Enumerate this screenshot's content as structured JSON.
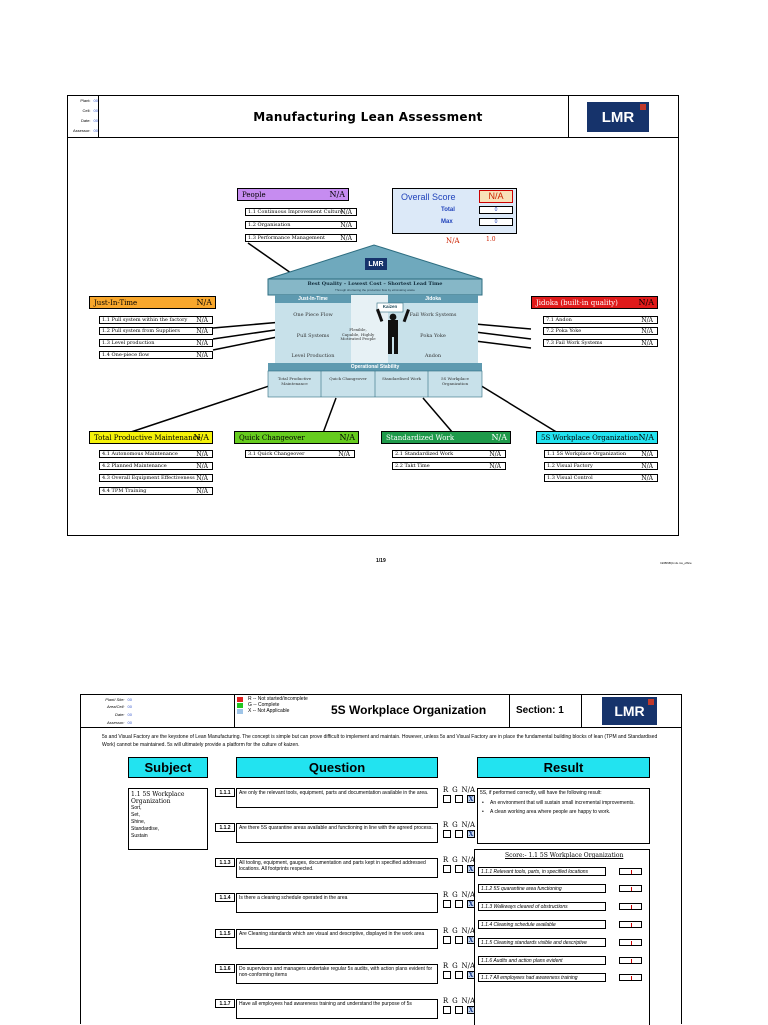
{
  "page1": {
    "meta": [
      {
        "label": "Plant:",
        "value": "00"
      },
      {
        "label": "Cell:",
        "value": "00"
      },
      {
        "label": "Date:",
        "value": "00"
      },
      {
        "label": "Assessor:",
        "value": "00"
      }
    ],
    "title": "Manufacturing Lean Assessment",
    "logo": "LMR",
    "overall": {
      "label": "Overall Score",
      "value": "N/A",
      "total_label": "Total",
      "total_value": "0",
      "max_label": "Max",
      "max_value": "0",
      "bottom_na": "N/A",
      "bottom_val": "1.0"
    },
    "people": {
      "label": "People",
      "value": "N/A",
      "items": [
        {
          "label": "1.1 Continuous Improvement Culture",
          "value": "N/A"
        },
        {
          "label": "1.2 Organisation",
          "value": "N/A"
        },
        {
          "label": "1.3 Performance Management",
          "value": "N/A"
        }
      ]
    },
    "jit": {
      "label": "Just-In-Time",
      "value": "N/A",
      "items": [
        {
          "label": "1.1 Pull system within the factory",
          "value": "N/A"
        },
        {
          "label": "1.2 Pull system from Suppliers",
          "value": "N/A"
        },
        {
          "label": "1.3 Level production",
          "value": "N/A"
        },
        {
          "label": "1.4 One-piece flow",
          "value": "N/A"
        }
      ]
    },
    "jidoka": {
      "label": "Jidoka (built-in quality)",
      "value": "N/A",
      "items": [
        {
          "label": "7.1 Andon",
          "value": "N/A"
        },
        {
          "label": "7.2 Poka Yoke",
          "value": "N/A"
        },
        {
          "label": "7.3 Fail Work Systems",
          "value": "N/A"
        }
      ]
    },
    "house": {
      "roof_title": "Best Quality – Lowest Cost – Shortest Lead Time",
      "roof_sub": "Through shortening the production flow by eliminating waste",
      "left_pillar": "Just-In-Time",
      "right_pillar": "Jidoka",
      "center_label": "Kaizen",
      "left_items": [
        "One Piece Flow",
        "Pull Systems",
        "Level Production"
      ],
      "right_items": [
        "Fail Work Systems",
        "Poka Yoke",
        "Andon"
      ],
      "center_text": "Flexible, Capable, Highly Motivated People",
      "base_title": "Operational Stability",
      "base_items": [
        "Total Productive Maintenance",
        "Quick Changeover",
        "Standardised Work",
        "5S Workplace Organization"
      ]
    },
    "tpm": {
      "label": "Total Productive Maintenance",
      "value": "N/A",
      "items": [
        {
          "label": "4.1 Autonomous Maintenance",
          "value": "N/A"
        },
        {
          "label": "4.2 Planned Maintenance",
          "value": "N/A"
        },
        {
          "label": "4.3 Overall Equipment Effectiveness",
          "value": "N/A"
        },
        {
          "label": "4.4 TPM Training",
          "value": "N/A"
        }
      ]
    },
    "qc": {
      "label": "Quick Changeover",
      "value": "N/A",
      "items": [
        {
          "label": "3.1 Quick Changeover",
          "value": "N/A"
        }
      ]
    },
    "sw": {
      "label": "Standardized Work",
      "value": "N/A",
      "items": [
        {
          "label": "2.1 Standardized Work",
          "value": "N/A"
        },
        {
          "label": "2.2 Takt Time",
          "value": "N/A"
        }
      ]
    },
    "ss": {
      "label": "5S Workplace Organization",
      "value": "N/A",
      "items": [
        {
          "label": "1.1 5S Workplace Organization",
          "value": "N/A"
        },
        {
          "label": "1.2 Visual Factory",
          "value": "N/A"
        },
        {
          "label": "1.3 Visual Control",
          "value": "N/A"
        }
      ]
    },
    "page_num": "1/19",
    "footer_file": "InDBNB(4.xls.ms_office"
  },
  "page2": {
    "meta": [
      {
        "label": "Plant/ Site:",
        "value": "00"
      },
      {
        "label": "Area/Cell:",
        "value": "00"
      },
      {
        "label": "Date:",
        "value": "00"
      },
      {
        "label": "Assessor:",
        "value": "00"
      }
    ],
    "legend": [
      {
        "color": "#e02020",
        "text": "R -- Not started/incomplete"
      },
      {
        "color": "#22c422",
        "text": "G -- Complete"
      },
      {
        "color": "#9fc5e8",
        "text": "X -- Not Applicable"
      }
    ],
    "title": "5S Workplace Organization",
    "section": "Section: 1",
    "logo": "LMR",
    "intro": "5s and Visual Factory are the keystone of Lean Manufacturing. The concept is simple but can prove difficult to implement and maintain. However, unless 5s and Visual Factory are in place the fundamental building blocks of lean (TPM and Standardised Work) cannot be maintained. 5s will ultimately provide a platform for the culture of kaizen.",
    "subject_hdr": "Subject",
    "question_hdr": "Question",
    "result_hdr": "Result",
    "subject": {
      "title": "1.1 5S Workplace Organization",
      "items": [
        "Sort,",
        "Set,",
        "Shine,",
        "Standardise,",
        "Sustain"
      ]
    },
    "rgn_labels": [
      "R",
      "G",
      "N/A"
    ],
    "rgn_mark": "X",
    "questions": [
      {
        "num": "1.1.1",
        "text": "Are only the relevant tools, equipment, parts and documentation available in the area."
      },
      {
        "num": "1.1.2",
        "text": "Are there 5S quarantine areas available and functioning in line with the agreed process."
      },
      {
        "num": "1.1.3",
        "text": "All tooling, equipment, gauges, documentation and parts kept in specified addressed locations. All footprints respected."
      },
      {
        "num": "1.1.4",
        "text": "Is there a cleaning schedule operated in the area"
      },
      {
        "num": "1.1.5",
        "text": "Are Cleaning standards which are visual and descriptive, displayed in the work area"
      },
      {
        "num": "1.1.6",
        "text": "Do supervisors and managers undertake regular 5s audits, with action plans evident for non-conforming items"
      },
      {
        "num": "1.1.7",
        "text": "Have all employees had awareness training and understand the purpose of 5s"
      }
    ],
    "result_intro": "5S, if performed correctly, will have the following result:",
    "result_bullets": [
      "An environment that will sustain small incremental improvements.",
      "A clean working area where people are happy to work."
    ],
    "score_title": "Score:-  1.1 5S Workplace Organization",
    "scores": [
      "1.1.1  Relevant tools, parts, in specified locations",
      "1.1.2  5S quarantine area functioning",
      "1.1.3  Walkways cleared of obstructions",
      "1.1.4  Cleaning schedule available",
      "1.1.5  Cleaning standards visible and descriptive",
      "1.1.6  Audits and action plans evident",
      "1.1.7  All employees had awareness training"
    ]
  }
}
